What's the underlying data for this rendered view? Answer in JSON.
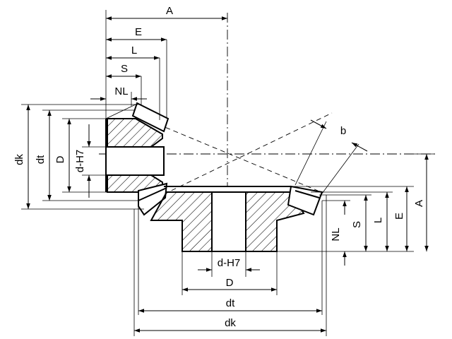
{
  "labels": {
    "top_A": "A",
    "top_E": "E",
    "top_L": "L",
    "top_S": "S",
    "top_NL": "NL",
    "left_dk": "dk",
    "left_dt": "dt",
    "left_D": "D",
    "left_dH7": "d-H7",
    "b": "b",
    "right_NL": "NL",
    "right_S": "S",
    "right_L": "L",
    "right_E": "E",
    "right_A": "A",
    "bottom_dH7": "d-H7",
    "bottom_D": "D",
    "bottom_dt": "dt",
    "bottom_dk": "dk"
  }
}
